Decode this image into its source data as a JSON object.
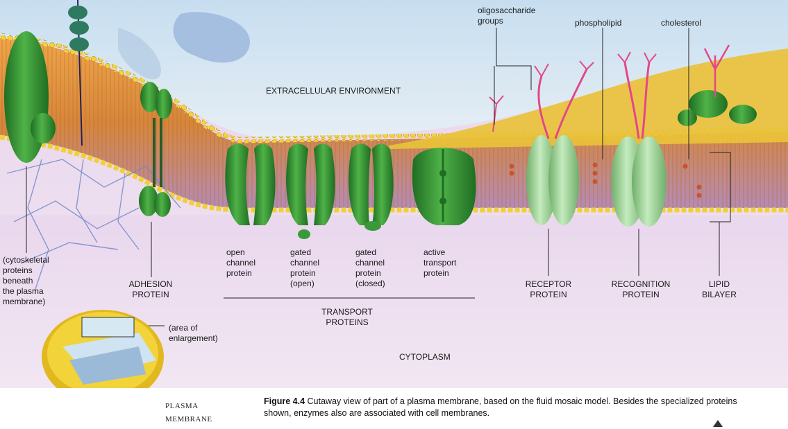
{
  "labels": {
    "extracellular": "EXTRACELLULAR ENVIRONMENT",
    "cytoplasm": "CYTOPLASM",
    "oligosaccharide": "oligosaccharide\ngroups",
    "phospholipid": "phospholipid",
    "cholesterol": "cholesterol",
    "cytoskeletal": "(cytoskeletal\nproteins\nbeneath\nthe plasma\nmembrane)",
    "adhesion": "ADHESION\nPROTEIN",
    "open_channel": "open\nchannel\nprotein",
    "gated_open": "gated\nchannel\nprotein\n(open)",
    "gated_closed": "gated\nchannel\nprotein\n(closed)",
    "active_transport": "active\ntransport\nprotein",
    "transport_group": "TRANSPORT\nPROTEINS",
    "receptor": "RECEPTOR\nPROTEIN",
    "recognition": "RECOGNITION\nPROTEIN",
    "lipid_bilayer": "LIPID\nBILAYER",
    "area_enlargement": "(area of\nenlargement)",
    "plasma_membrane": "PLASMA\nMEMBRANE"
  },
  "caption": {
    "figure": "Figure 4.4",
    "text": "Cutaway view of part of a plasma membrane, based on the fluid mosaic model. Besides the specialized proteins shown, enzymes also are associated with cell membranes."
  },
  "colors": {
    "extracellular_bg": "#cfe3f2",
    "cytoplasm_bg": "#ead8ee",
    "membrane_orange": "#e89a3c",
    "lipid_heads": "#f2d23a",
    "protein_green": "#3a9a3a",
    "pale_protein": "#a8d9a0",
    "carbohydrate_pink": "#e2478a"
  }
}
